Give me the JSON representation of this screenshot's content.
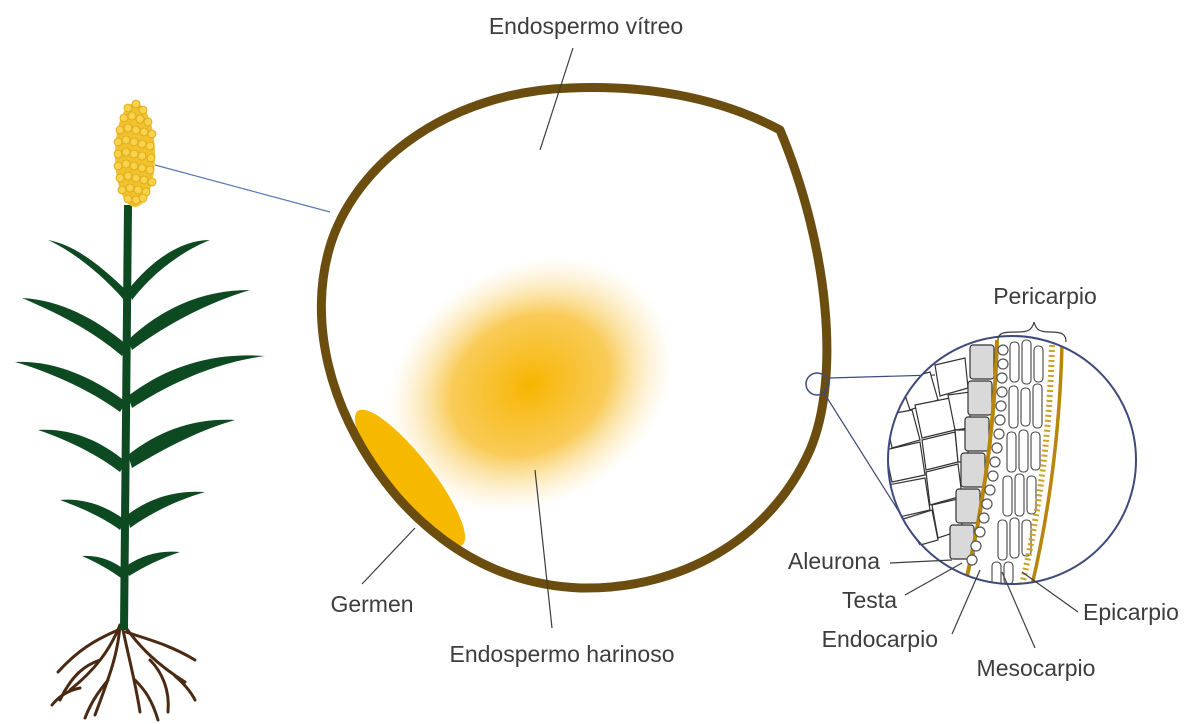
{
  "labels": {
    "endosperm_vitreous": "Endospermo vítreo",
    "endosperm_floury": "Endospermo harinoso",
    "germ": "Germen",
    "pericarp": "Pericarpio",
    "aleurone": "Aleurona",
    "testa": "Testa",
    "endocarp": "Endocarpio",
    "epicarp": "Epicarpio",
    "mesocarp": "Mesocarpio"
  },
  "colors": {
    "grain_outline": "#6b4e0f",
    "germ": "#f7b800",
    "endosperm_floury": "#f7b500",
    "plant_stem": "#0d4a22",
    "panicle": "#f2c12e",
    "roots": "#4a2a12",
    "magnifier_outline": "#3e4a7c",
    "label_text": "#3d3d3d"
  },
  "icons": {
    "plant": "sorghum-plant-icon",
    "grain": "grain-cross-section",
    "magnifier": "pericarp-magnifier"
  }
}
